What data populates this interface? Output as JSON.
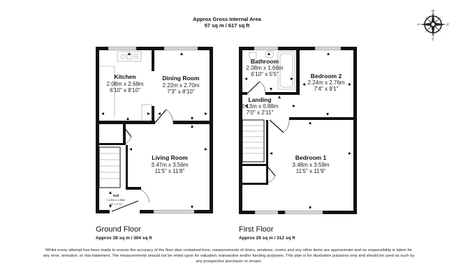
{
  "header": {
    "title": "Approx Gross Internal Area",
    "area": "57 sq m / 617 sq ft"
  },
  "compass": {
    "icon": "compass-rose-icon",
    "labels": {
      "top": "W",
      "right": "N",
      "bottom": "E",
      "left": "S"
    }
  },
  "ground_floor": {
    "label": "Ground Floor",
    "area": "Approx 28 sq m / 304 sq ft",
    "rooms": [
      {
        "name": "Kitchen",
        "metric": "2.08m x 2.68m",
        "imperial": "6'10\" x 8'10\""
      },
      {
        "name": "Dining Room",
        "metric": "2.22m x 2.70m",
        "imperial": "7'3\" x 8'10\""
      },
      {
        "name": "Living Room",
        "metric": "3.47m x 3.56m",
        "imperial": "11'5\" x 11'8\""
      },
      {
        "name": "Hall",
        "metric": "1.42m x 0.88m",
        "imperial": "4'8\" x 2'11\""
      }
    ]
  },
  "first_floor": {
    "label": "First Floor",
    "area": "Approx 29 sq m / 312 sq ft",
    "rooms": [
      {
        "name": "Bathroom",
        "metric": "2.08m x 1.66m",
        "imperial": "6'10\" x 5'5\""
      },
      {
        "name": "Bedroom 2",
        "metric": "2.24m x 2.76m",
        "imperial": "7'4\" x 9'1\""
      },
      {
        "name": "Landing",
        "metric": "2.13m x 0.88m",
        "imperial": "7'0\" x 2'11\""
      },
      {
        "name": "Bedroom 1",
        "metric": "3.48m x 3.59m",
        "imperial": "11'5\" x 11'9\""
      }
    ]
  },
  "disclaimer": "Whilst every attempt has been made to ensure the accuracy of the floor plan contained here, measurements of doors, windows, rooms and any other items are approximate and no responsibility is taken for any error, omission, or mis-statement. The measurements should not be relied upon for valuation, transaction and/or funding purposes. This plan is for illustrative purposes only and should be used as such by any prospective purchaser or tenant."
}
